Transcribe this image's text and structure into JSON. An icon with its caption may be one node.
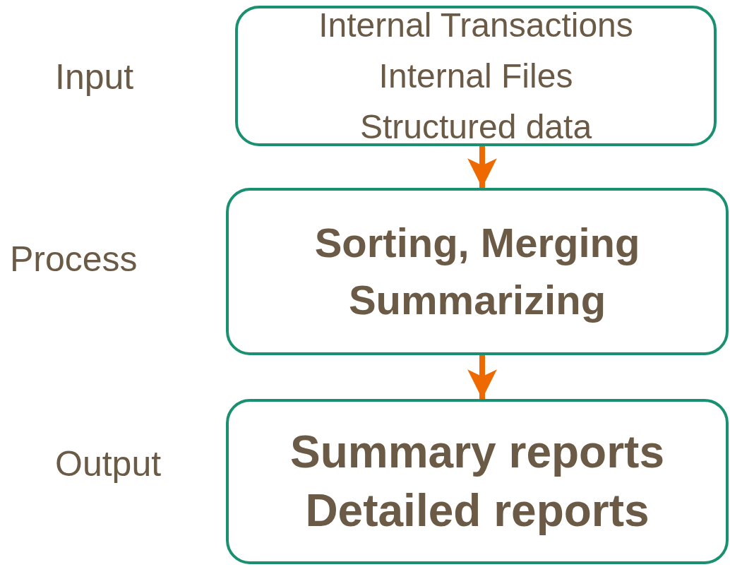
{
  "diagram": {
    "nodes": [
      {
        "text": [
          "Internal Transactions",
          "Internal Files",
          "Structured data"
        ],
        "beside": [
          "Input"
        ]
      },
      {
        "text": [
          "Sorting, Merging Summarizing"
        ],
        "beside": [
          "Process"
        ]
      },
      {
        "text": [
          "Summary reports Detailed reports"
        ],
        "beside": [
          "Output"
        ]
      }
    ],
    "edges": [
      {
        "from": 0,
        "to": 1,
        "arrow": "to",
        "color": "#ee6a00"
      },
      {
        "from": 1,
        "to": 2,
        "arrow": "to",
        "color": "#ee6a00"
      }
    ]
  }
}
